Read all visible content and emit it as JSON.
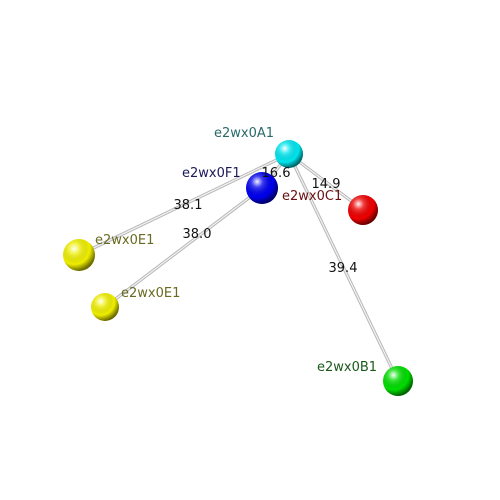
{
  "nodes": [
    {
      "id": "A1",
      "label": "e2wx0A1",
      "color": "#00e5ee",
      "label_color": "#2a6a6a"
    },
    {
      "id": "F1",
      "label": "e2wx0F1",
      "color": "#0000ee",
      "label_color": "#1a1a5a"
    },
    {
      "id": "C1",
      "label": "e2wx0C1",
      "color": "#ee0000",
      "label_color": "#6a1010"
    },
    {
      "id": "E1a",
      "label": "e2wx0E1",
      "color": "#eeee00",
      "label_color": "#6a6a22"
    },
    {
      "id": "E1b",
      "label": "e2wx0E1",
      "color": "#eeee00",
      "label_color": "#6a6a22"
    },
    {
      "id": "B1",
      "label": "e2wx0B1",
      "color": "#00dd00",
      "label_color": "#1a5a1a"
    }
  ],
  "edges": [
    {
      "from": "A1",
      "to": "F1",
      "distance": "16.6"
    },
    {
      "from": "A1",
      "to": "C1",
      "distance": "14.9"
    },
    {
      "from": "A1",
      "to": "E1a",
      "distance": "38.1"
    },
    {
      "from": "F1",
      "to": "E1b",
      "distance": "38.0"
    },
    {
      "from": "A1",
      "to": "B1",
      "distance": "39.4"
    }
  ]
}
